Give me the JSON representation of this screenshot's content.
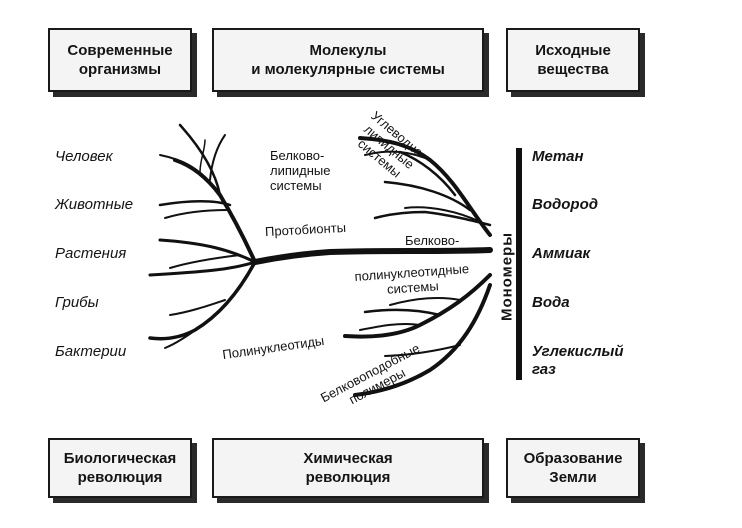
{
  "top": {
    "left": "Современные\nорганизмы",
    "center": "Молекулы\nи молекулярные системы",
    "right": "Исходные\nвещества"
  },
  "bottom": {
    "left": "Биологическая\nреволюция",
    "center": "Химическая\nреволюция",
    "right": "Образование\nЗемли"
  },
  "organisms": [
    "Человек",
    "Животные",
    "Растения",
    "Грибы",
    "Бактерии"
  ],
  "substances": [
    "Метан",
    "Водород",
    "Аммиак",
    "Вода",
    "Углекислый\nгаз"
  ],
  "monomers_label": "Мономеры",
  "systems": {
    "protein_lipid": "Белково-\nлипидные\nсистемы",
    "protobionts": "Протобионты",
    "protein_nucleotide_a": "Белково-",
    "protein_nucleotide_b": "полинуклеотидные\nсистемы",
    "polynucleotides": "Полинуклеотиды",
    "carb_lipid": "Углеводно-\nлипидные\nсистемы",
    "protein_like": "Белковоподобные\nполимеры"
  },
  "colors": {
    "ink": "#111111",
    "box_fill": "#f4f4f4"
  }
}
